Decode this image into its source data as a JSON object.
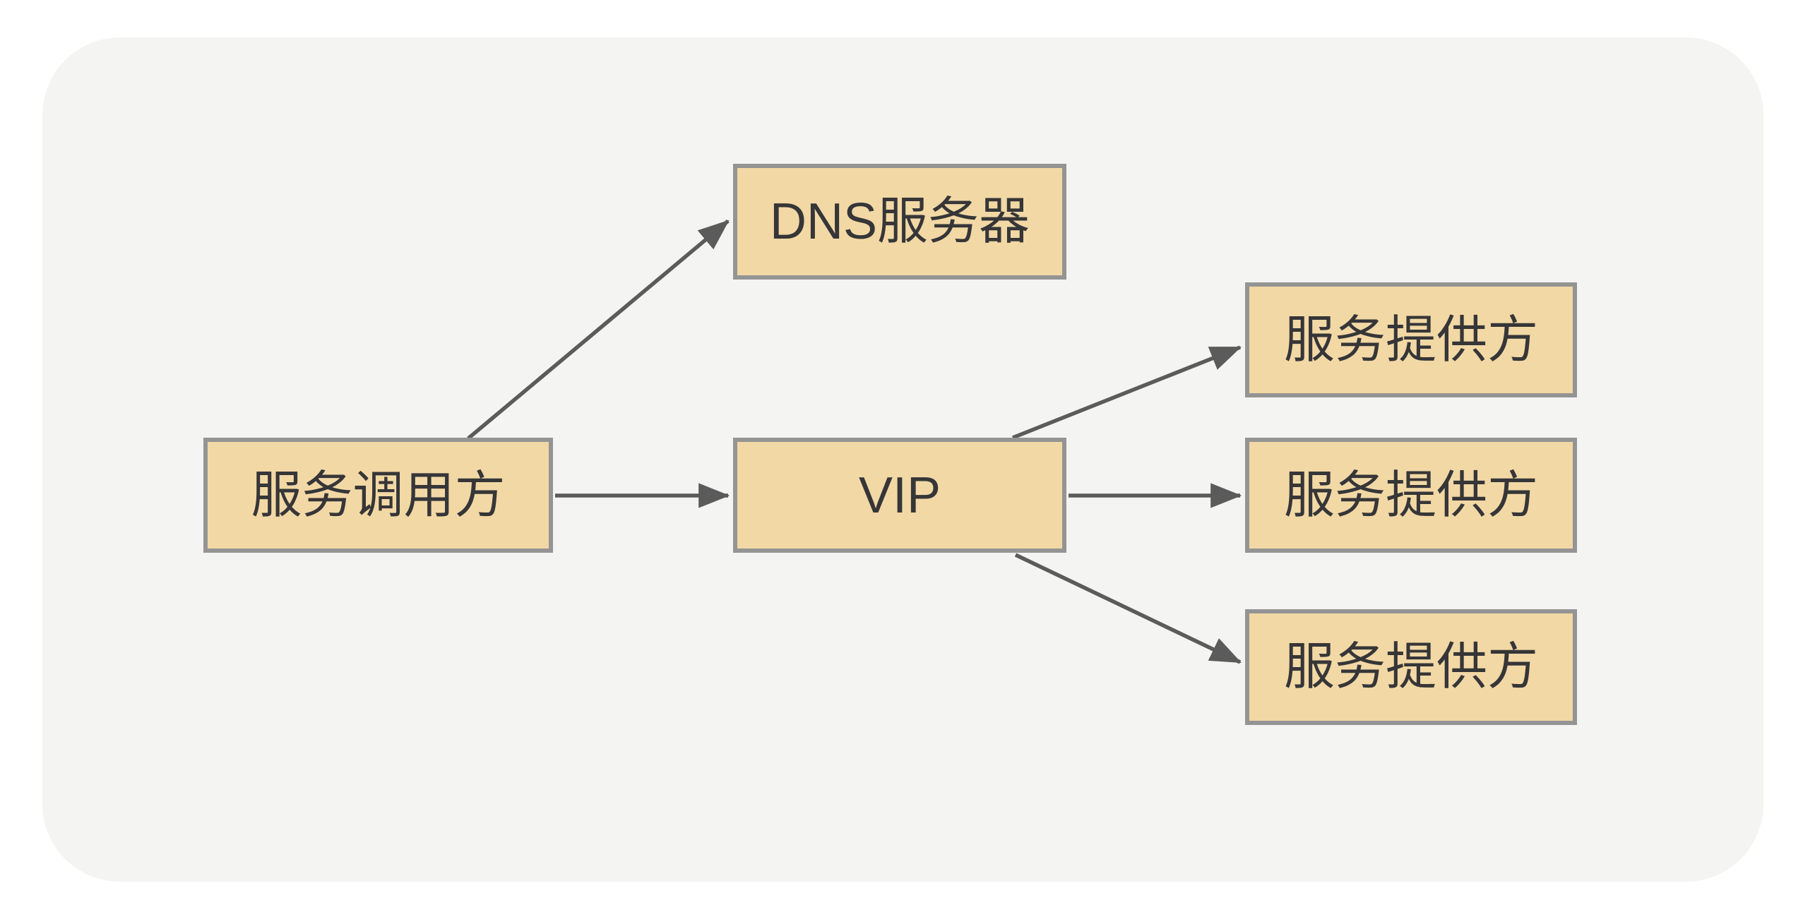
{
  "diagram": {
    "type": "flow-diagram",
    "colors": {
      "page_bg": "#FFFFFF",
      "panel_bg": "#F4F4F2",
      "node_fill": "#F2D8A5",
      "node_border": "#949494",
      "arrow_color": "#5B5B5B",
      "text_color": "#363638"
    },
    "nodes": [
      {
        "id": "service-caller",
        "label": "服务调用方"
      },
      {
        "id": "dns-server",
        "label": "DNS服务器"
      },
      {
        "id": "vip",
        "label": "VIP"
      },
      {
        "id": "service-provider-1",
        "label": "服务提供方"
      },
      {
        "id": "service-provider-2",
        "label": "服务提供方"
      },
      {
        "id": "service-provider-3",
        "label": "服务提供方"
      }
    ],
    "edges": [
      {
        "from": "service-caller",
        "to": "dns-server"
      },
      {
        "from": "service-caller",
        "to": "vip"
      },
      {
        "from": "vip",
        "to": "service-provider-1"
      },
      {
        "from": "vip",
        "to": "service-provider-2"
      },
      {
        "from": "vip",
        "to": "service-provider-3"
      }
    ]
  }
}
